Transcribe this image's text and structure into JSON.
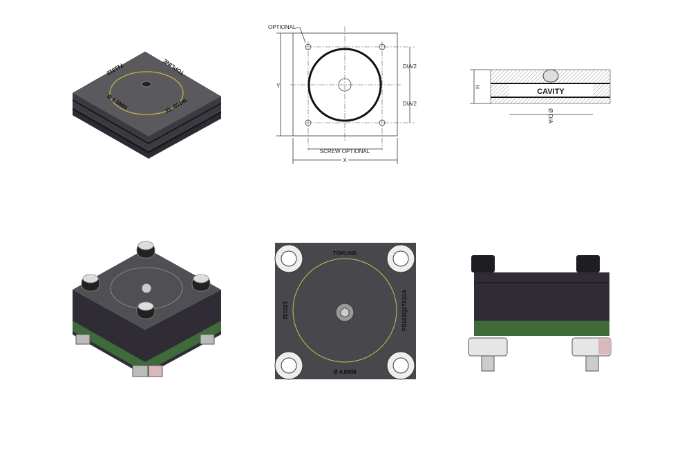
{
  "iso_block": {
    "brand": "TOPLINE",
    "code": "711312",
    "hole": "Ø 1.5MM",
    "part": "EL-8014L"
  },
  "plan_drawing": {
    "optional_label": "OPTIONAL",
    "y_label": "Y",
    "x_label": "X",
    "dia_half_top": "DIA/2",
    "dia_half_bottom": "DIA/2",
    "screw_label": "SCREW OPTIONAL"
  },
  "section_drawing": {
    "h_label": "H",
    "cavity_label": "CAVITY",
    "dia_label": "Ø DIA"
  },
  "top_view": {
    "brand": "TOPLINE",
    "code": "120102",
    "part": "FS10SQ27X10A",
    "hole": "Ø 4.0MM"
  },
  "colors": {
    "body": "#4a4a4e",
    "ring": "#c8b43a",
    "green": "#3f6b3a"
  }
}
